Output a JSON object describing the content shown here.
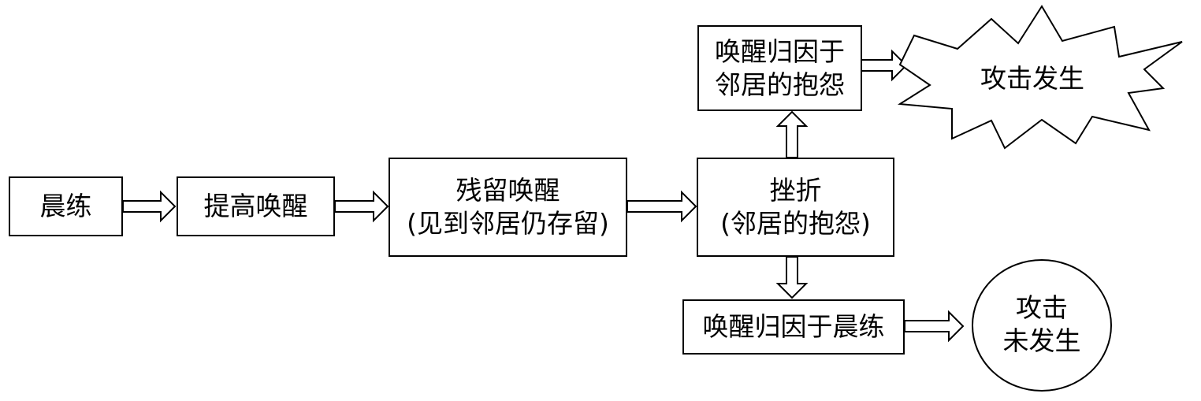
{
  "nodes": {
    "morning_exercise": "晨练",
    "raised_arousal": "提高唤醒",
    "residual_arousal": {
      "line1": "残留唤醒",
      "line2": "(见到邻居仍存留)"
    },
    "frustration": {
      "line1": "挫折",
      "line2": "(邻居的抱怨)"
    },
    "attrib_neighbor": {
      "line1": "唤醒归因于",
      "line2": "邻居的抱怨"
    },
    "attack_occurs": "攻击发生",
    "attrib_exercise": "唤醒归因于晨练",
    "attack_not_occur": {
      "line1": "攻击",
      "line2": "未发生"
    }
  }
}
